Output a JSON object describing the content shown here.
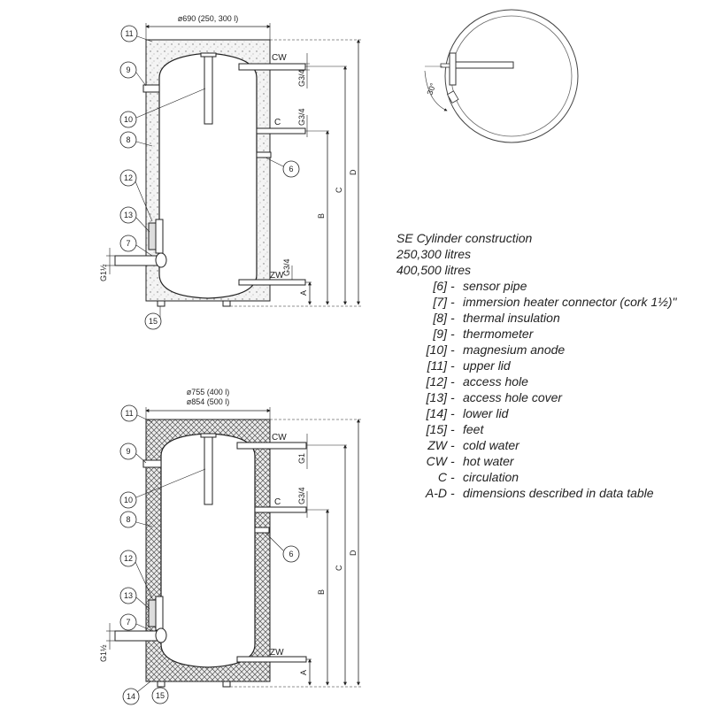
{
  "legend": {
    "title": "SE Cylinder construction",
    "sub1": "250,300 litres",
    "sub2": "400,500 litres",
    "items": [
      {
        "key": "[6]",
        "desc": "sensor pipe"
      },
      {
        "key": "[7]",
        "desc": "immersion heater connector (cork 1½)\""
      },
      {
        "key": "[8]",
        "desc": "thermal insulation"
      },
      {
        "key": "[9]",
        "desc": "thermometer"
      },
      {
        "key": "[10]",
        "desc": "magnesium anode"
      },
      {
        "key": "[11]",
        "desc": "upper lid"
      },
      {
        "key": "[12]",
        "desc": "access hole"
      },
      {
        "key": "[13]",
        "desc": "access hole cover"
      },
      {
        "key": "[14]",
        "desc": "lower lid"
      },
      {
        "key": "[15]",
        "desc": "feet"
      },
      {
        "key": "ZW",
        "desc": "cold water"
      },
      {
        "key": "CW",
        "desc": "hot water"
      },
      {
        "key": "C",
        "desc": "circulation"
      },
      {
        "key": "A-D",
        "desc": "dimensions described in data table"
      }
    ]
  },
  "top_drawing": {
    "diameter": "ø690 (250, 300 l)",
    "cw": "CW",
    "c": "C",
    "zw": "ZW",
    "g34_top": "G3/4",
    "g34_mid": "G3/4",
    "g34_low": "G3/4",
    "g112": "G1½",
    "dim_a": "A",
    "dim_b": "B",
    "dim_c": "C",
    "dim_d": "D",
    "callouts": [
      "11",
      "9",
      "10",
      "8",
      "12",
      "13",
      "7",
      "6",
      "15"
    ]
  },
  "bottom_drawing": {
    "diameter1": "ø755 (400 l)",
    "diameter2": "ø854 (500 l)",
    "cw": "CW",
    "c": "C",
    "zw": "ZW",
    "g1": "G1",
    "g34": "G3/4",
    "g112": "G1½",
    "dim_a": "A",
    "dim_b": "B",
    "dim_c": "C",
    "dim_d": "D",
    "callouts": [
      "11",
      "9",
      "10",
      "8",
      "12",
      "13",
      "7",
      "6",
      "14",
      "15"
    ]
  },
  "plan_view": {
    "angle": "30°"
  }
}
